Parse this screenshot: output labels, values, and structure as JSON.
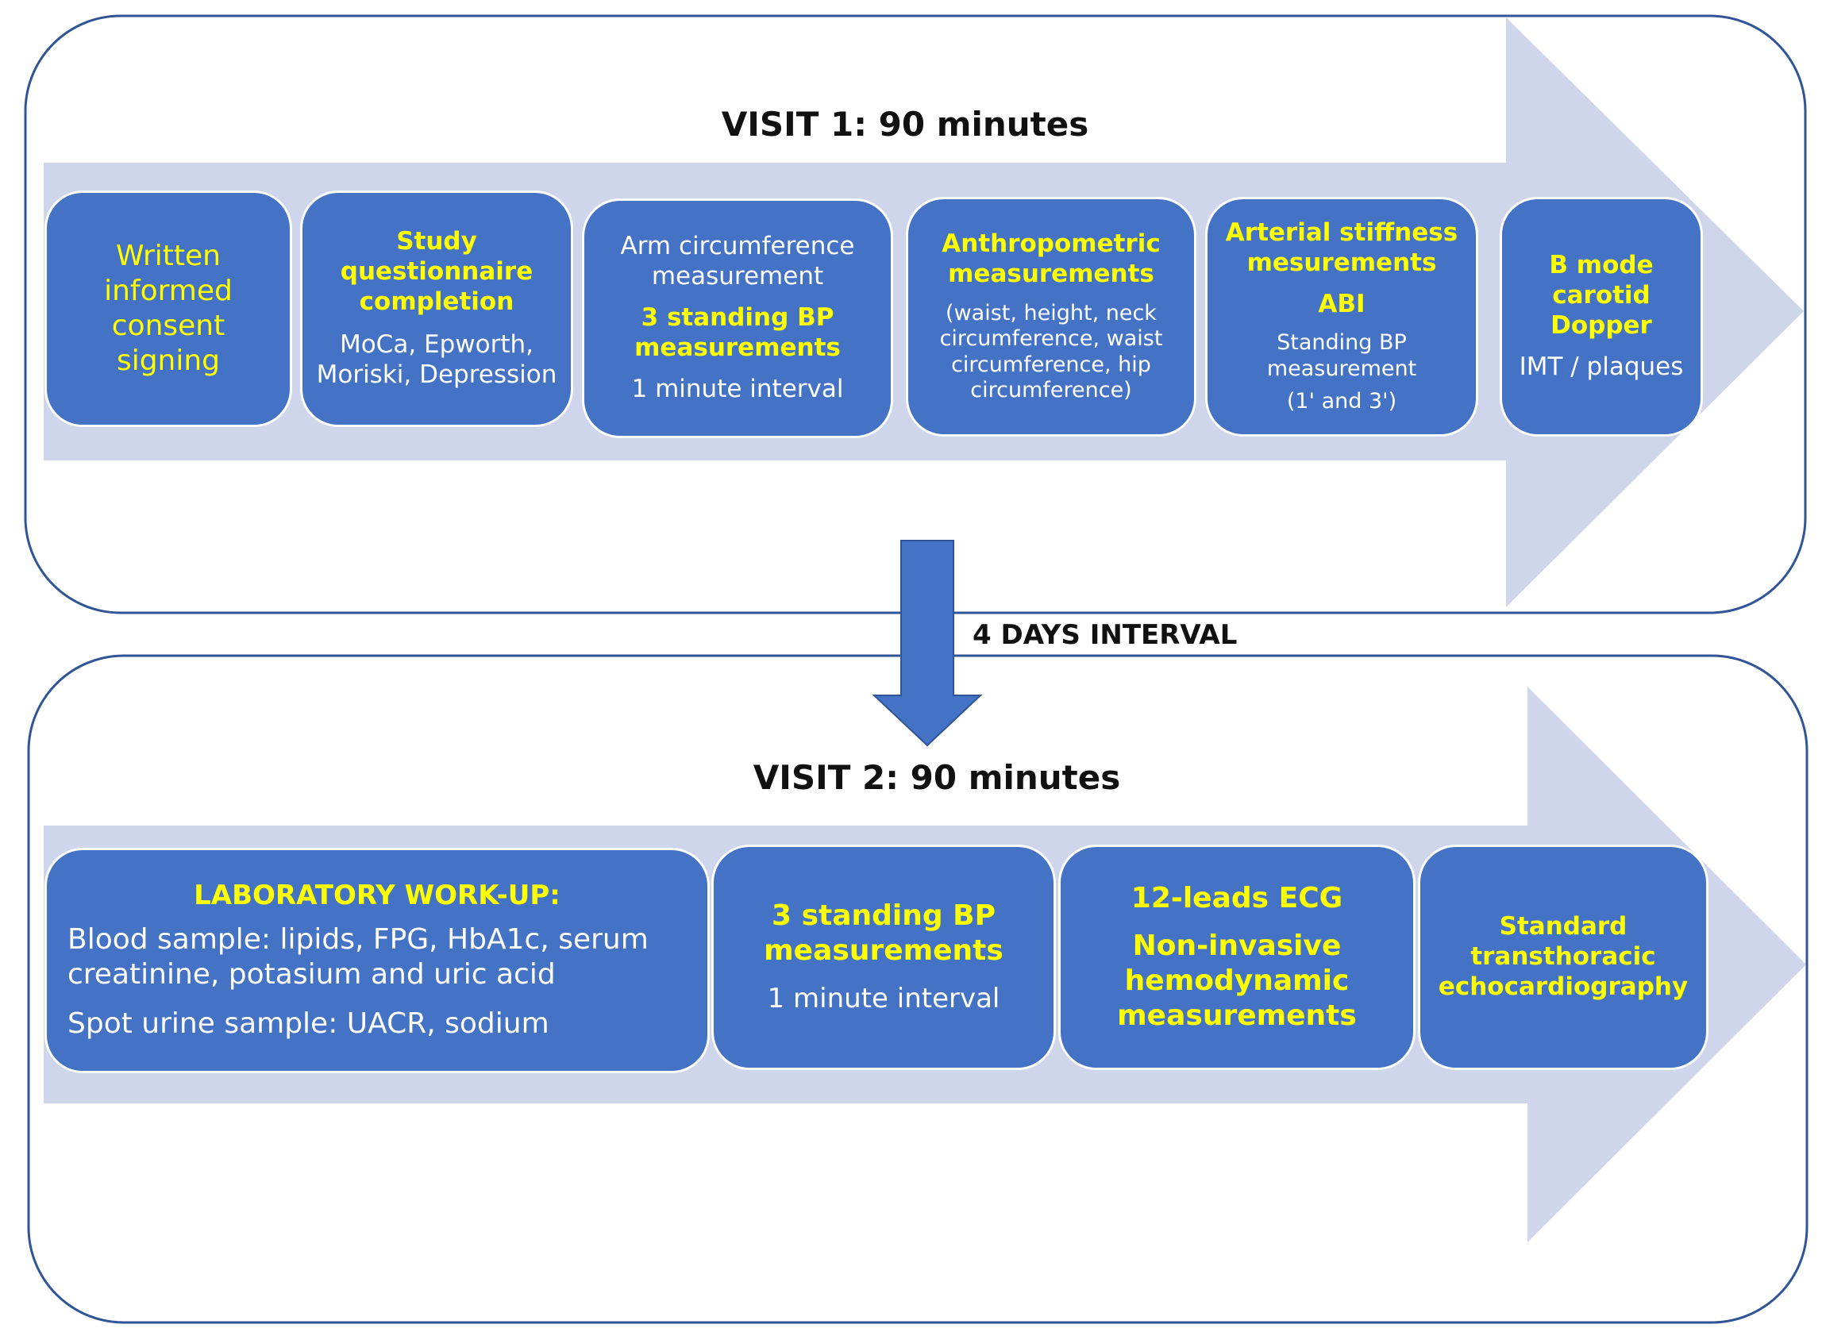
{
  "colors": {
    "box_fill": "#4472c4",
    "box_border": "#ffffff",
    "highlight_text": "#ffff00",
    "body_text": "#ffffff",
    "band_arrow": "#cfd5ea",
    "frame_stroke": "#2f5597",
    "down_arrow": "#4472c4"
  },
  "icons": {
    "flow_arrows": "right-arrow-shape",
    "transition_arrow": "down-arrow-shape"
  },
  "visit1": {
    "title": "VISIT 1: 90 minutes",
    "steps": [
      {
        "highlight": [
          "Written",
          "informed",
          "consent",
          "signing"
        ]
      },
      {
        "highlight": [
          "Study",
          "questionnaire",
          "completion"
        ],
        "detail": [
          "MoCa, Epworth,",
          "Moriski, Depression"
        ]
      },
      {
        "pre": [
          "Arm circumference",
          "measurement"
        ],
        "highlight": [
          "3 standing BP",
          "measurements"
        ],
        "detail": [
          "1 minute interval"
        ]
      },
      {
        "highlight": [
          "Anthropometric",
          "measurements"
        ],
        "detail": [
          "(waist, height, neck",
          "circumference, waist",
          "circumference, hip",
          "circumference)"
        ]
      },
      {
        "highlight": [
          "Arterial stiffness",
          "mesurements",
          "ABI"
        ],
        "detail": [
          "Standing BP",
          "measurement",
          "(1' and 3')"
        ]
      },
      {
        "highlight": [
          "B mode",
          "carotid",
          "Dopper"
        ],
        "detail": [
          "IMT / plaques"
        ]
      }
    ]
  },
  "interval_label": "4 DAYS INTERVAL",
  "visit2": {
    "title": "VISIT 2: 90 minutes",
    "steps": [
      {
        "heading": "LABORATORY WORK-UP:",
        "detail": [
          "Blood sample: lipids, FPG, HbA1c, serum",
          "creatinine, potasium and uric acid",
          "Spot urine sample: UACR, sodium"
        ]
      },
      {
        "highlight": [
          "3 standing BP",
          "measurements"
        ],
        "detail": [
          "1 minute interval"
        ]
      },
      {
        "highlight": [
          "12-leads ECG",
          "Non-invasive",
          "hemodynamic",
          "measurements"
        ]
      },
      {
        "highlight": [
          "Standard",
          "transthoracic",
          "echocardiography"
        ]
      }
    ]
  }
}
